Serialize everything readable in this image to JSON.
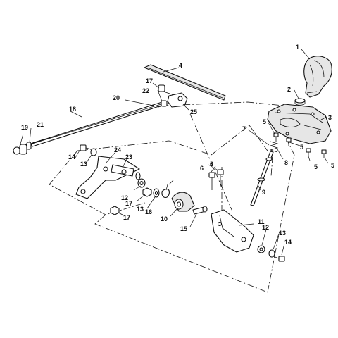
{
  "callouts": [
    {
      "key": "c1",
      "text": "1"
    },
    {
      "key": "c2",
      "text": "2"
    },
    {
      "key": "c3",
      "text": "3"
    },
    {
      "key": "c4",
      "text": "4"
    },
    {
      "key": "c5a",
      "text": "5"
    },
    {
      "key": "c5b",
      "text": "5"
    },
    {
      "key": "c5c",
      "text": "5"
    },
    {
      "key": "c5d",
      "text": "5"
    },
    {
      "key": "c6a",
      "text": "6"
    },
    {
      "key": "c6b",
      "text": "6"
    },
    {
      "key": "c7",
      "text": "7"
    },
    {
      "key": "c8",
      "text": "8"
    },
    {
      "key": "c9",
      "text": "9"
    },
    {
      "key": "c10",
      "text": "10"
    },
    {
      "key": "c11",
      "text": "11"
    },
    {
      "key": "c12a",
      "text": "12"
    },
    {
      "key": "c12b",
      "text": "12"
    },
    {
      "key": "c13a",
      "text": "13"
    },
    {
      "key": "c13b",
      "text": "13"
    },
    {
      "key": "c13c",
      "text": "13"
    },
    {
      "key": "c14a",
      "text": "14"
    },
    {
      "key": "c14b",
      "text": "14"
    },
    {
      "key": "c15",
      "text": "15"
    },
    {
      "key": "c16",
      "text": "16"
    },
    {
      "key": "c17a",
      "text": "17"
    },
    {
      "key": "c17b",
      "text": "17"
    },
    {
      "key": "c17c",
      "text": "17"
    },
    {
      "key": "c18",
      "text": "18"
    },
    {
      "key": "c19",
      "text": "19"
    },
    {
      "key": "c20",
      "text": "20"
    },
    {
      "key": "c21",
      "text": "21"
    },
    {
      "key": "c22",
      "text": "22"
    },
    {
      "key": "c23",
      "text": "23"
    },
    {
      "key": "c24",
      "text": "24"
    },
    {
      "key": "c25",
      "text": "25"
    }
  ]
}
